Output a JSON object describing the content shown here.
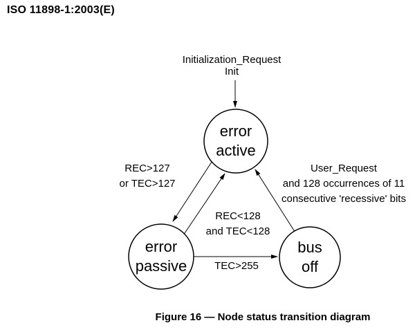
{
  "header": {
    "title": "ISO 11898-1:2003(E)"
  },
  "diagram": {
    "states": {
      "error_active": {
        "line1": "error",
        "line2": "active"
      },
      "error_passive": {
        "line1": "error",
        "line2": "passive"
      },
      "bus_off": {
        "line1": "bus",
        "line2": "off"
      }
    },
    "transitions": {
      "init": {
        "line1": "Initialization_Request",
        "line2": "Init"
      },
      "active_to_passive": {
        "line1": "REC>127",
        "line2": "or TEC>127"
      },
      "passive_to_active": {
        "line1": "REC<128",
        "line2": "and TEC<128"
      },
      "passive_to_busoff": {
        "label": "TEC>255"
      },
      "busoff_to_active": {
        "line1": "User_Request",
        "line2": "and 128 occurrences of 11",
        "line3": "consecutive 'recessive' bits"
      }
    }
  },
  "caption": "Figure 16 — Node status transition diagram",
  "colors": {
    "background": "#ffffff",
    "ink": "#000000"
  }
}
